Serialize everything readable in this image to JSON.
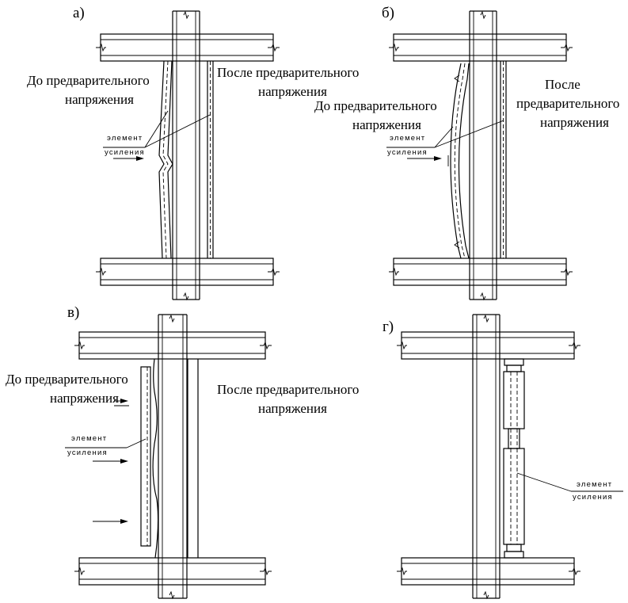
{
  "panels": {
    "a": {
      "letter": "а)",
      "before_l1": "До предварительного",
      "before_l2": "напряжения",
      "after_l1": "После предварительного",
      "after_l2": "напряжения",
      "elem_l1": "элемент",
      "elem_l2": "усиления"
    },
    "b": {
      "letter": "б)",
      "before_l1": "До предварительного",
      "before_l2": "напряжения",
      "after_l1": "После",
      "after_l2": "предварительного",
      "after_l3": "напряжения",
      "elem_l1": "элемент",
      "elem_l2": "усиления"
    },
    "v": {
      "letter": "в)",
      "before_l1": "До предварительного",
      "before_l2": "напряжения",
      "after_l1": "После предварительного",
      "after_l2": "напряжения",
      "elem_l1": "элемент",
      "elem_l2": "усиления"
    },
    "g": {
      "letter": "г)",
      "elem_l1": "элемент",
      "elem_l2": "усиления"
    }
  }
}
